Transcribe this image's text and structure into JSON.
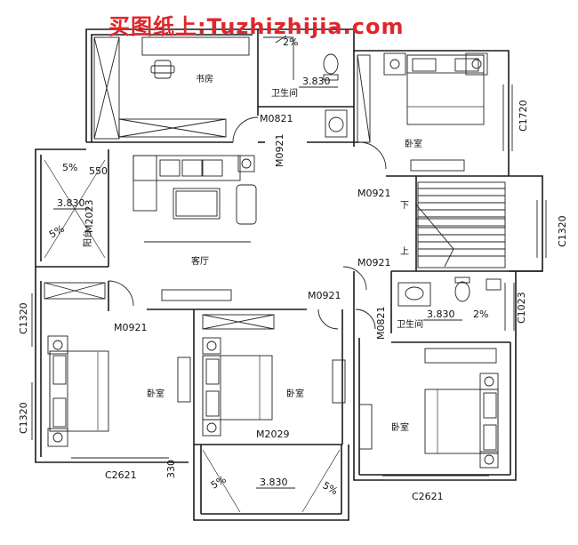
{
  "watermark": "买图纸上:Tuzhizhijia.com",
  "rooms": {
    "study": "书房",
    "bedroom_ne": "卧室",
    "living": "客厅",
    "balcony": "阳台",
    "bedroom_sw": "卧室",
    "bedroom_mid": "卧室",
    "bedroom_se": "卧室",
    "bath_n": "卫生间",
    "bath_e": "卫生间"
  },
  "stairs": {
    "down": "下",
    "up": "上"
  },
  "doors": {
    "m0821_n": "M0821",
    "m0921_n": "M0921",
    "m0921_stair": "M0921",
    "m0921_stair2": "M0921",
    "m2023": "M2023",
    "m0921_sw": "M0921",
    "m0921_hall": "M0921",
    "m0821_e": "M0821",
    "m2029": "M2029"
  },
  "windows": {
    "c1720": "C1720",
    "c1320_e": "C1320",
    "c1023": "C1023",
    "c1320_w1": "C1320",
    "c1320_w2": "C1320",
    "c2621_l": "C2621",
    "c2621_r": "C2621"
  },
  "levels": {
    "bath_n": "3.830",
    "balcony_w": "3.830",
    "bath_e": "3.830",
    "balcony_s": "3.830"
  },
  "slopes": {
    "bath_n": "2%",
    "balcony_w_top": "5%",
    "balcony_w_bot": "5%",
    "bath_e": "2%",
    "balcony_s_l": "5%",
    "balcony_s_r": "5%"
  },
  "dims": {
    "d550": "550",
    "d330": "330"
  }
}
